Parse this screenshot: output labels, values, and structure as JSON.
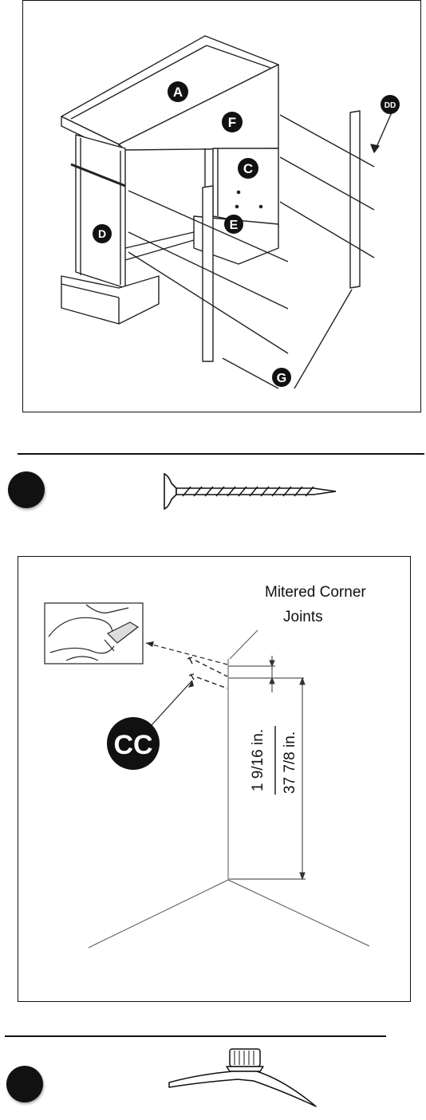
{
  "figure1": {
    "labels": {
      "a": "A",
      "f": "F",
      "c": "C",
      "d": "D",
      "e": "E",
      "dd": "DD",
      "g": "G"
    }
  },
  "figure2": {
    "labels": {
      "mitered_line1": "Mitered Corner",
      "mitered_line2": "Joints",
      "cc": "CC",
      "dim_small": "1 9/16 in.",
      "dim_large": "37 7/8 in."
    }
  }
}
